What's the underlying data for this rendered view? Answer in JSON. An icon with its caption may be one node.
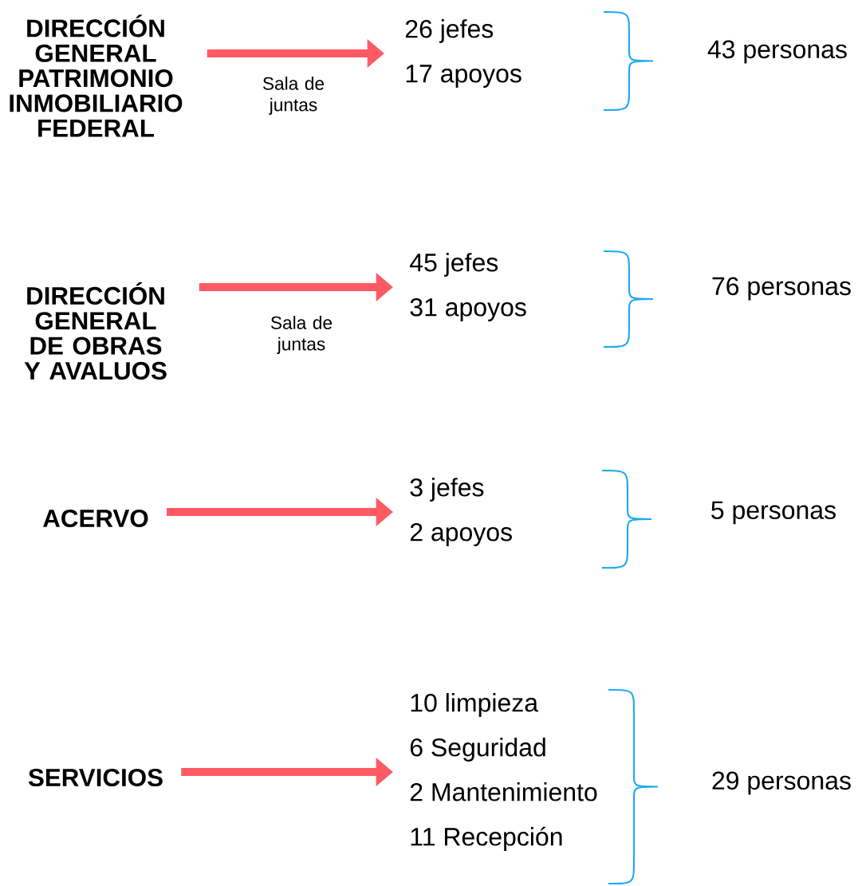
{
  "diagram": {
    "nodes": [
      {
        "text": [
          "DIRECCIÓN GENERAL PATRIMONIO INMOBILIARIO FEDERAL"
        ]
      },
      {
        "text": [
          "26 jefes",
          "17 apoyos"
        ]
      },
      {
        "text": [
          "43 personas"
        ]
      },
      {
        "text": [
          "DIRECCIÓN GENERAL DE OBRAS Y AVALUOS"
        ]
      },
      {
        "text": [
          "45 jefes",
          "31 apoyos"
        ]
      },
      {
        "text": [
          "76 personas"
        ]
      },
      {
        "text": [
          "ACERVO"
        ]
      },
      {
        "text": [
          "3 jefes",
          "2 apoyos"
        ]
      },
      {
        "text": [
          "5 personas"
        ]
      },
      {
        "text": [
          "SERVICIOS"
        ]
      },
      {
        "text": [
          "10 limpieza",
          "6 Seguridad",
          "2 Mantenimiento",
          "11 Recepción"
        ]
      },
      {
        "text": [
          "29 personas"
        ]
      }
    ],
    "edges": [
      {
        "from": 0,
        "to": 1,
        "arrow": "to",
        "label": "Sala de juntas"
      },
      {
        "from": 3,
        "to": 4,
        "arrow": "to",
        "label": "Sala de juntas"
      },
      {
        "from": 6,
        "to": 7,
        "arrow": "to"
      },
      {
        "from": 9,
        "to": 10,
        "arrow": "to"
      }
    ]
  }
}
